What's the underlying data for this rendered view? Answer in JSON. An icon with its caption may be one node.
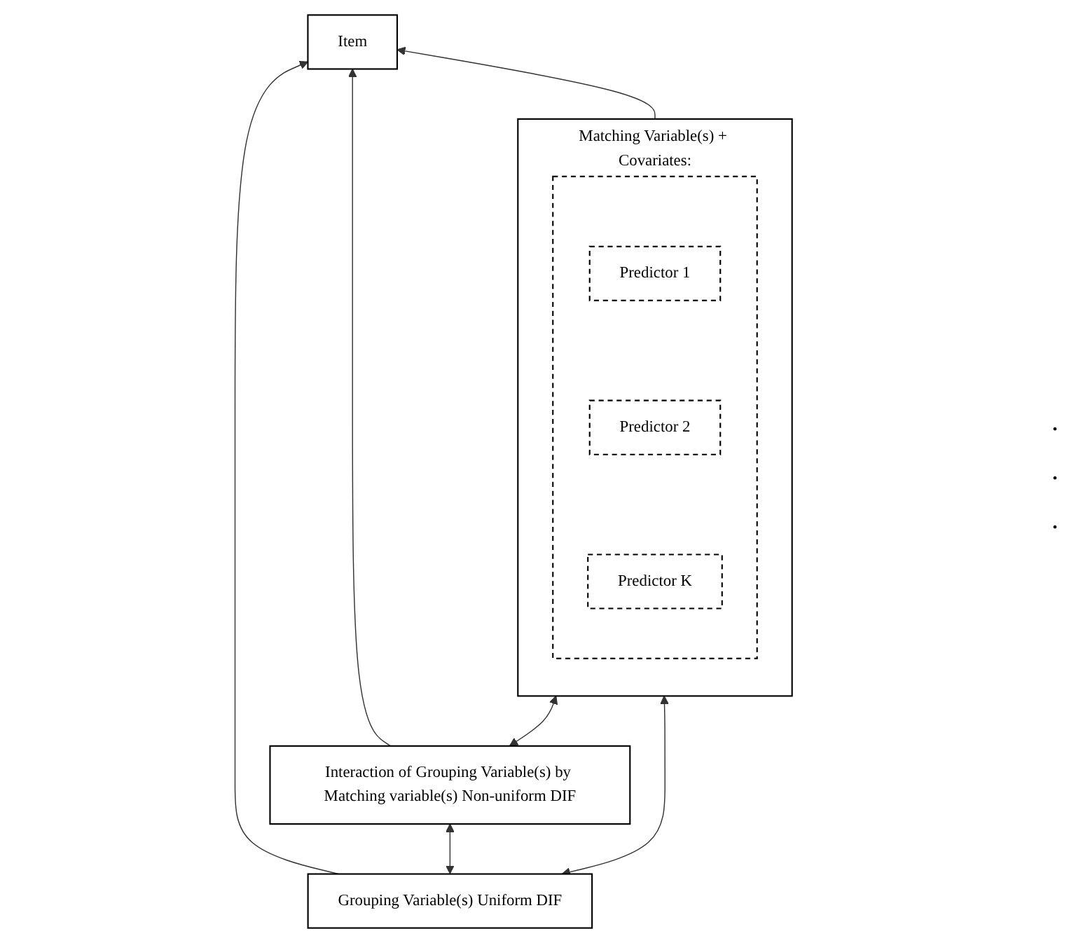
{
  "diagram": {
    "nodes": [
      {
        "text": [
          "Item"
        ]
      },
      {
        "text": [
          "Matching Variable(s) + Covariates:"
        ]
      },
      {
        "text": [],
        "shape": "box",
        "in": 1
      },
      {
        "text": [
          "Predictor 1"
        ],
        "in": 2
      },
      {
        "text": [
          "Predictor 2"
        ],
        "in": 2
      },
      {
        "text": [
          "Predictor K"
        ],
        "in": 2
      },
      {
        "text": [
          "Grouping Variable(s) Uniform DIF"
        ]
      },
      {
        "text": [
          "Interaction of Grouping Variable(s) by Matching variable(s) Non-uniform DIF"
        ]
      }
    ],
    "edges": [
      {
        "from": 1,
        "to": 0,
        "arrow": "to"
      },
      {
        "from": 6,
        "to": 0,
        "arrow": "to"
      },
      {
        "from": 7,
        "to": 0,
        "arrow": "to"
      },
      {
        "from": 6,
        "to": 7,
        "arrow": "both"
      },
      {
        "from": 6,
        "to": 1,
        "arrow": "both"
      },
      {
        "from": 7,
        "to": 1,
        "arrow": "both"
      }
    ],
    "labels": [
      ".",
      ".",
      "."
    ]
  }
}
